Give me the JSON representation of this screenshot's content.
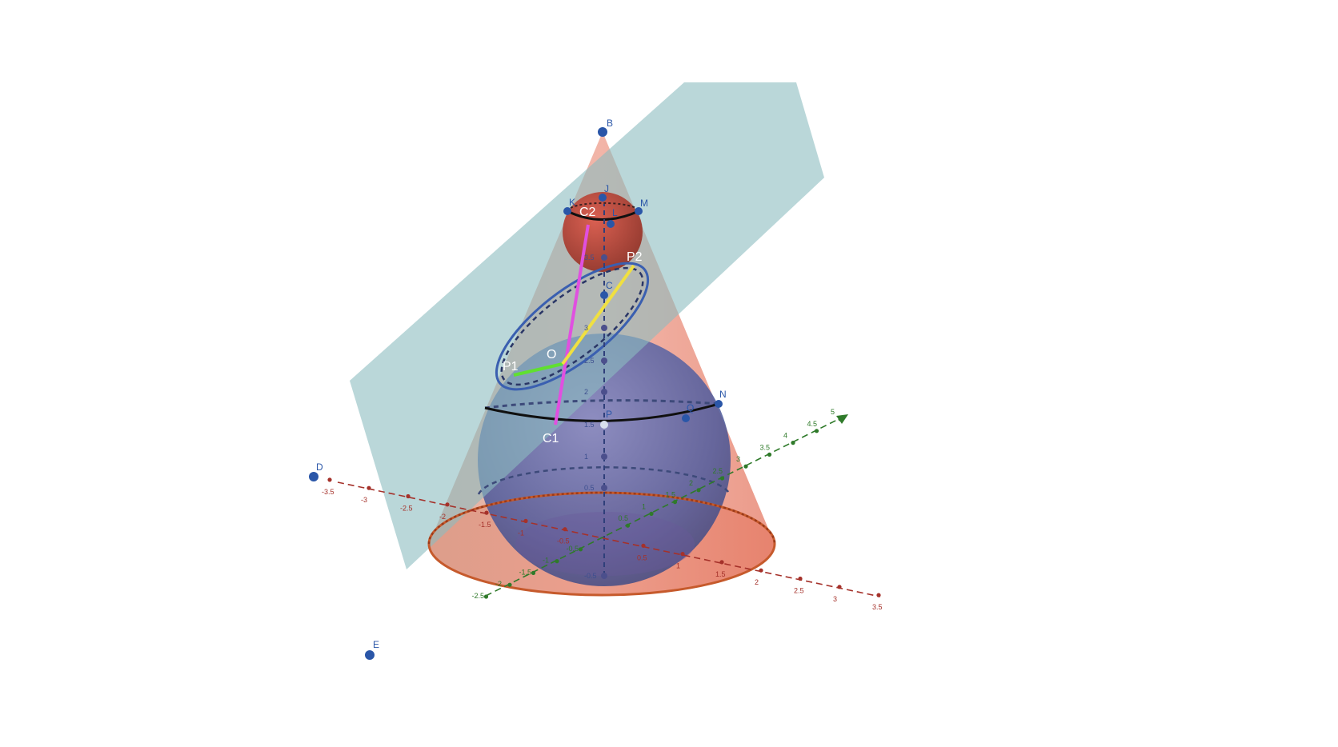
{
  "points": {
    "B": "B",
    "D": "D",
    "E": "E",
    "J": "J",
    "K": "K",
    "L": "L",
    "M": "M",
    "N": "N",
    "C": "C",
    "P": "P",
    "Q": "Q"
  },
  "labels": {
    "C2": "C2",
    "C1": "C1",
    "O": "O",
    "P1": "P1",
    "P2": "P2"
  },
  "axes": {
    "x_ticks_neg": [
      "-3.5",
      "-3",
      "-2.5",
      "-2",
      "-1.5",
      "-1",
      "-0.5"
    ],
    "x_ticks_pos": [
      "0.5",
      "1",
      "1.5",
      "2",
      "2.5",
      "3",
      "3.5"
    ],
    "y_ticks_neg": [
      "-2.5",
      "-2",
      "-1.5",
      "-1",
      "-0.5"
    ],
    "y_ticks_pos": [
      "0.5",
      "1",
      "1.5",
      "2",
      "2.5",
      "3",
      "3.5",
      "4",
      "4.5",
      "5"
    ],
    "z_ticks": [
      "-0.5",
      "0.5",
      "1",
      "1.5",
      "2",
      "2.5",
      "3",
      "3.5"
    ]
  },
  "colors": {
    "cone": "#e88a78",
    "small_sphere": "#c0392b",
    "big_sphere": "#4a5a9c",
    "plane": "#8cbcc0",
    "segment_C1C2": "#e050e0",
    "segment_OP1": "#60e030",
    "segment_OP2": "#f0e040",
    "ellipse": "#3a5fb0",
    "point": "#2a56a8"
  }
}
